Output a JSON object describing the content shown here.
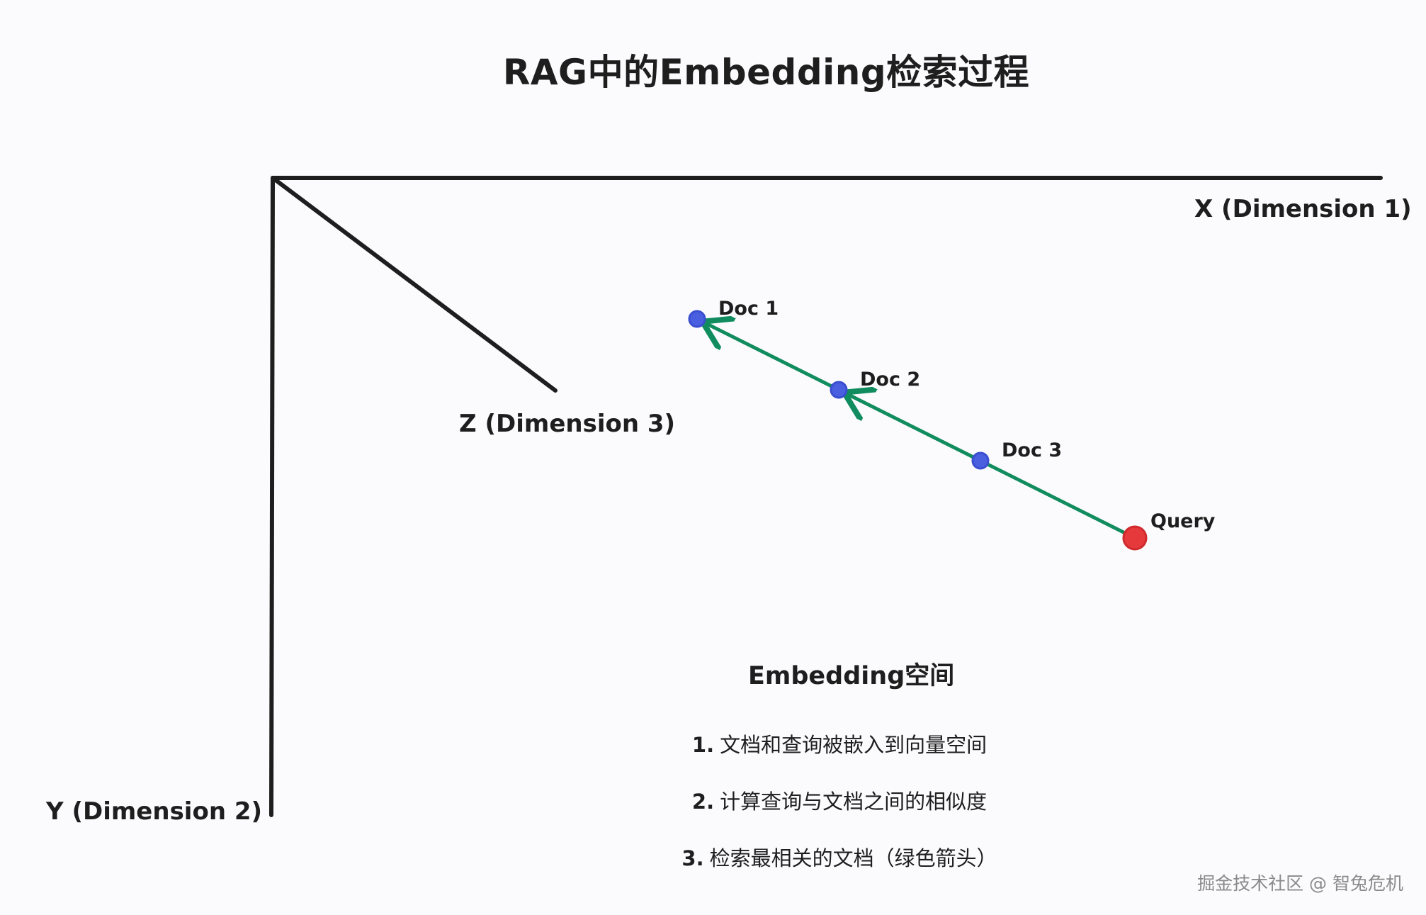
{
  "title": "RAG中的Embedding检索过程",
  "axes": {
    "x_label": "X (Dimension 1)",
    "y_label": "Y (Dimension 2)",
    "z_label": "Z (Dimension 3)"
  },
  "points": [
    {
      "id": "doc1",
      "label": "Doc 1",
      "color": "#4a5fe0"
    },
    {
      "id": "doc2",
      "label": "Doc 2",
      "color": "#4a5fe0"
    },
    {
      "id": "doc3",
      "label": "Doc 3",
      "color": "#4a5fe0"
    },
    {
      "id": "query",
      "label": "Query",
      "color": "#e5393c"
    }
  ],
  "colors": {
    "axis": "#1e1e1e",
    "arrow": "#118c5e",
    "doc": "#4a5fe0",
    "query": "#e5393c"
  },
  "space_label": "Embedding空间",
  "steps": [
    {
      "num": "1.",
      "text": "文档和查询被嵌入到向量空间"
    },
    {
      "num": "2.",
      "text": "计算查询与文档之间的相似度"
    },
    {
      "num": "3.",
      "text": "检索最相关的文档（绿色箭头）"
    }
  ],
  "watermark": "掘金技术社区 @ 智兔危机"
}
